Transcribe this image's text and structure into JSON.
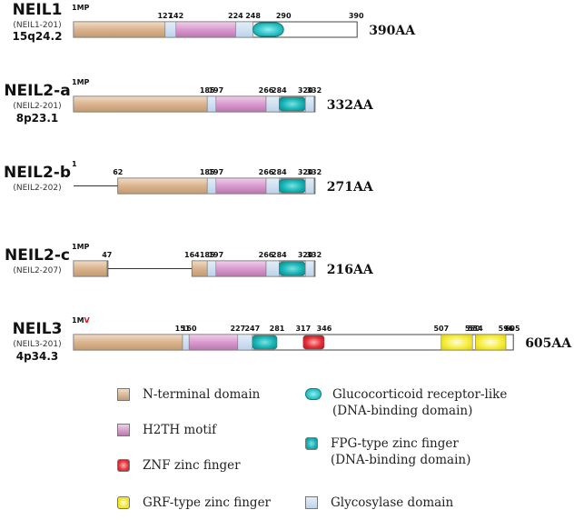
{
  "proteins": [
    {
      "name": "NEIL1",
      "sub": "(NEIL1-201)",
      "locus": "15q24.2",
      "length_label": "390AA",
      "start_label": "1MP",
      "length": 390,
      "backbone": [
        [
          1,
          390
        ]
      ],
      "domains": [
        {
          "type": "nterm",
          "start": 1,
          "end": 127
        },
        {
          "type": "glyco",
          "start": 127,
          "end": 142
        },
        {
          "type": "h2th",
          "start": 142,
          "end": 224
        },
        {
          "type": "glyco",
          "start": 224,
          "end": 248
        },
        {
          "type": "gr",
          "start": 248,
          "end": 290
        }
      ],
      "ticks": [
        "127",
        "142",
        "224",
        "248",
        "290",
        "390"
      ]
    },
    {
      "name": "NEIL2-a",
      "sub": "(NEIL2-201)",
      "locus": "8p23.1",
      "length_label": "332AA",
      "start_label": "1MP",
      "length": 332,
      "backbone": [
        [
          1,
          332
        ]
      ],
      "domains": [
        {
          "type": "nterm",
          "start": 1,
          "end": 185
        },
        {
          "type": "glyco",
          "start": 185,
          "end": 197
        },
        {
          "type": "h2th",
          "start": 197,
          "end": 266
        },
        {
          "type": "glyco",
          "start": 266,
          "end": 284
        },
        {
          "type": "fpg",
          "start": 284,
          "end": 320
        },
        {
          "type": "glyco",
          "start": 320,
          "end": 332
        }
      ],
      "ticks": [
        "185",
        "197",
        "266",
        "284",
        "320",
        "332"
      ]
    },
    {
      "name": "NEIL2-b",
      "sub": "(NEIL2-202)",
      "locus": "",
      "length_label": "271AA",
      "start_label": "1",
      "length": 332,
      "backbone": [
        [
          62,
          332
        ]
      ],
      "line": [
        [
          1,
          62
        ]
      ],
      "domains": [
        {
          "type": "nterm",
          "start": 62,
          "end": 185
        },
        {
          "type": "glyco",
          "start": 185,
          "end": 197
        },
        {
          "type": "h2th",
          "start": 197,
          "end": 266
        },
        {
          "type": "glyco",
          "start": 266,
          "end": 284
        },
        {
          "type": "fpg",
          "start": 284,
          "end": 320
        },
        {
          "type": "glyco",
          "start": 320,
          "end": 332
        }
      ],
      "ticks": [
        "62",
        "185",
        "197",
        "266",
        "284",
        "320",
        "332"
      ]
    },
    {
      "name": "NEIL2-c",
      "sub": "(NEIL2-207)",
      "locus": "",
      "length_label": "216AA",
      "start_label": "1MP",
      "length": 332,
      "backbone": [
        [
          1,
          47
        ],
        [
          164,
          332
        ]
      ],
      "line": [
        [
          47,
          164
        ]
      ],
      "domains": [
        {
          "type": "nterm",
          "start": 1,
          "end": 47
        },
        {
          "type": "nterm",
          "start": 164,
          "end": 185
        },
        {
          "type": "glyco",
          "start": 185,
          "end": 197
        },
        {
          "type": "h2th",
          "start": 197,
          "end": 266
        },
        {
          "type": "glyco",
          "start": 266,
          "end": 284
        },
        {
          "type": "fpg",
          "start": 284,
          "end": 320
        },
        {
          "type": "glyco",
          "start": 320,
          "end": 332
        }
      ],
      "ticks": [
        "47",
        "164",
        "185",
        "197",
        "266",
        "284",
        "320",
        "332"
      ]
    },
    {
      "name": "NEIL3",
      "sub": "(NEIL3-201)",
      "locus": "4p34.3",
      "length_label": "605AA",
      "start_label": "1MV",
      "length": 605,
      "backbone": [
        [
          1,
          605
        ]
      ],
      "domains": [
        {
          "type": "nterm",
          "start": 1,
          "end": 151
        },
        {
          "type": "glyco",
          "start": 151,
          "end": 160
        },
        {
          "type": "h2th",
          "start": 160,
          "end": 227
        },
        {
          "type": "glyco",
          "start": 227,
          "end": 247
        },
        {
          "type": "fpg",
          "start": 247,
          "end": 281
        },
        {
          "type": "znf",
          "start": 317,
          "end": 346
        },
        {
          "type": "grf",
          "start": 507,
          "end": 550
        },
        {
          "type": "grf",
          "start": 554,
          "end": 596
        }
      ],
      "ticks": [
        "151",
        "160",
        "227",
        "247",
        "281",
        "317",
        "346",
        "507",
        "550",
        "554",
        "596",
        "605"
      ]
    }
  ],
  "legend": [
    {
      "type": "nterm",
      "lines": [
        "N-terminal domain"
      ]
    },
    {
      "type": "gr",
      "lines": [
        "Glucocorticoid receptor-like",
        "(DNA-binding domain)"
      ]
    },
    {
      "type": "h2th",
      "lines": [
        "H2TH motif"
      ]
    },
    {
      "type": "fpg",
      "lines": [
        "FPG-type zinc finger",
        "(DNA-binding domain)"
      ]
    },
    {
      "type": "znf",
      "lines": [
        "ZNF zinc finger"
      ]
    },
    {
      "type": "grf",
      "lines": [
        "GRF-type zinc finger"
      ]
    },
    {
      "type": "glyco",
      "lines": [
        "Glycosylase domain"
      ]
    }
  ],
  "colors": {
    "nterm": "#d9b48f",
    "h2th": "#d99ad0",
    "znf": "#e4323a",
    "grf": "#f2e62a",
    "gr": "#2fc3c7",
    "fpg": "#17aeb0",
    "glyco": "#c7dbee",
    "outline": "#555555"
  }
}
